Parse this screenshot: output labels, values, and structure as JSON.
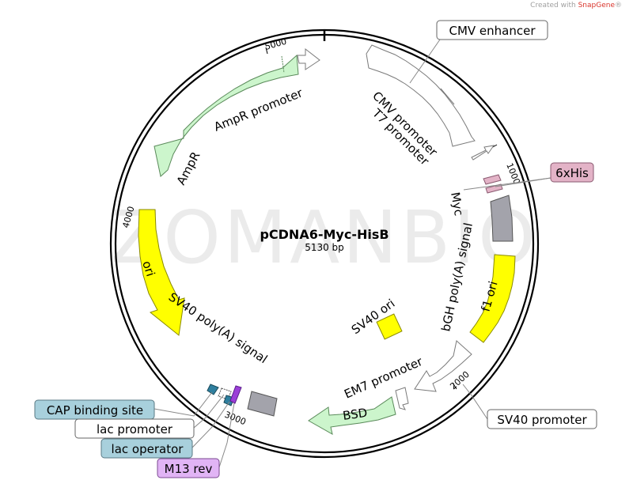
{
  "watermark": {
    "prefix": "Created with ",
    "brand": "SnapGene",
    "suffix": "®"
  },
  "background_watermark": "ZOMANBIO",
  "plasmid": {
    "name": "pCDNA6-Myc-HisB",
    "size": "5130 bp"
  },
  "ticks": {
    "t1000": "1000",
    "t2000": "2000",
    "t3000": "3000",
    "t4000": "4000",
    "t5000": "5000"
  },
  "features": {
    "cmv_enhancer": "CMV enhancer",
    "cmv_promoter": "CMV promoter",
    "t7_promoter": "T7 promoter",
    "his6": "6xHis",
    "myc": "Myc",
    "bgh_polya": "bGH poly(A) signal",
    "f1_ori": "f1 ori",
    "sv40_ori": "SV40 ori",
    "em7_promoter": "EM7 promoter",
    "bsd": "BSD",
    "sv40_promoter": "SV40 promoter",
    "sv40_polya": "SV40 poly(A) signal",
    "cap_site": "CAP binding site",
    "lac_promoter": "lac promoter",
    "lac_operator": "lac operator",
    "m13_rev": "M13 rev",
    "ori": "ori",
    "ampr": "AmpR",
    "ampr_promoter": "AmpR promoter"
  },
  "colors": {
    "promoter": "#ffffff",
    "ampr": "#ccf5cc",
    "bsd": "#ccf5cc",
    "ori": "#ffff00",
    "polya": "#a3a3ab",
    "his6": "#e3b3c7",
    "cap_label": "#a8d0dc",
    "lac_label": "#a8d0dc",
    "m13_label": "#e1b4f5"
  }
}
